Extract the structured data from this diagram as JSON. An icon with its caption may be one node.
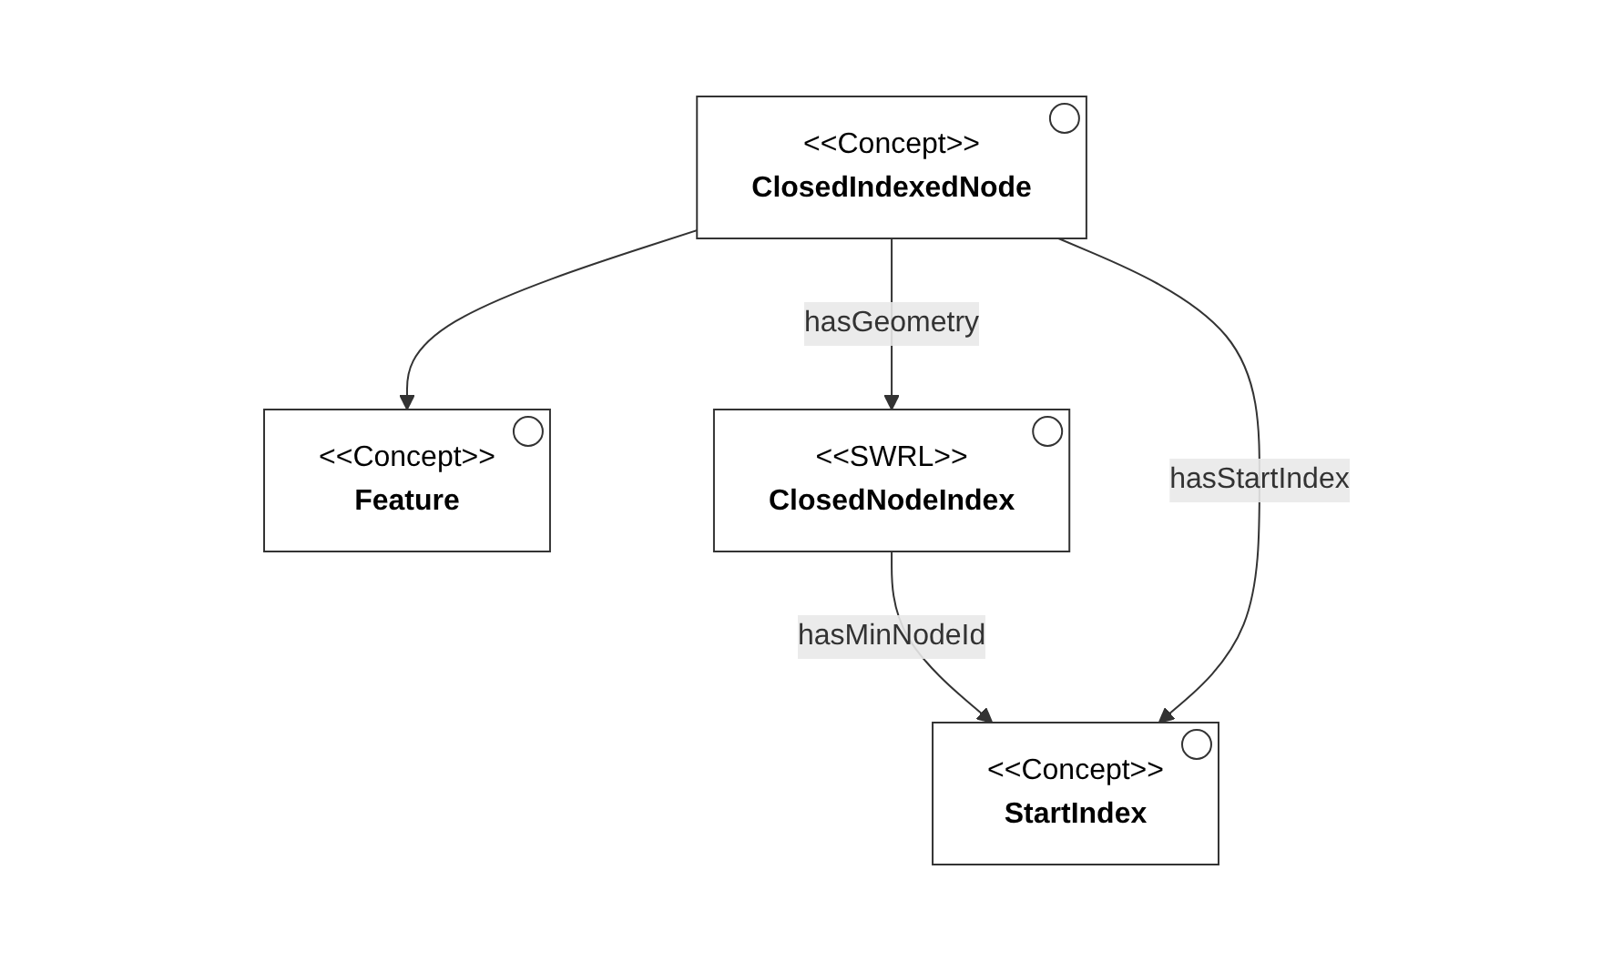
{
  "diagram": {
    "nodes": [
      {
        "text": [
          "<<Concept>>",
          "Feature"
        ]
      },
      {
        "text": [
          "<<Concept>>",
          "ClosedIndexedNode"
        ]
      },
      {
        "text": [
          "<<SWRL>>",
          "ClosedNodeIndex"
        ]
      },
      {
        "text": [
          "<<Concept>>",
          "StartIndex"
        ]
      }
    ],
    "edges": [
      {
        "from": 1,
        "to": 0,
        "arrow": "to"
      },
      {
        "from": 1,
        "to": 2,
        "arrow": "to",
        "label": "hasGeometry"
      },
      {
        "from": 2,
        "to": 3,
        "arrow": "to",
        "label": "hasMinNodeId"
      },
      {
        "from": 1,
        "to": 3,
        "arrow": "to",
        "label": "hasStartIndex"
      }
    ]
  }
}
